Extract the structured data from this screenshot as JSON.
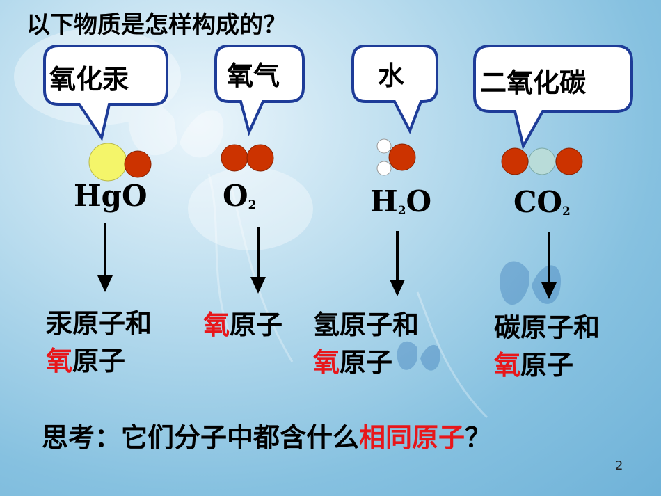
{
  "slide": {
    "title": "以下物质是怎样构成的？",
    "page_number": "2",
    "colors": {
      "atom_red": "#cc3300",
      "atom_yellow": "#f4f56a",
      "atom_teal": "#b9dcd9",
      "atom_white": "#ffffff",
      "highlight": "#e8161a",
      "bubble_border": "#1e3c98"
    },
    "substances": [
      {
        "name": "氧化汞",
        "formula_main": "HgO",
        "formula_sub": "",
        "formula_tail": "",
        "desc_line1": "汞原子和",
        "desc_red": "氧",
        "desc_line2_rest": "原子"
      },
      {
        "name": "氧气",
        "formula_main": "O",
        "formula_sub": "2",
        "formula_tail": "",
        "desc_red": "氧",
        "desc_line1_rest": "原子"
      },
      {
        "name": "水",
        "formula_main": "H",
        "formula_sub": "2",
        "formula_tail": "O",
        "desc_line1": "氢原子和",
        "desc_red": "氧",
        "desc_line2_rest": "原子"
      },
      {
        "name": "二氧化碳",
        "formula_main": "CO",
        "formula_sub": "2",
        "formula_tail": "",
        "desc_line1": "碳原子和",
        "desc_red": "氧",
        "desc_line2_rest": "原子"
      }
    ],
    "question": {
      "prefix": "思考：它们分子中都含什么",
      "highlight": "相同原子",
      "suffix": "？"
    }
  }
}
